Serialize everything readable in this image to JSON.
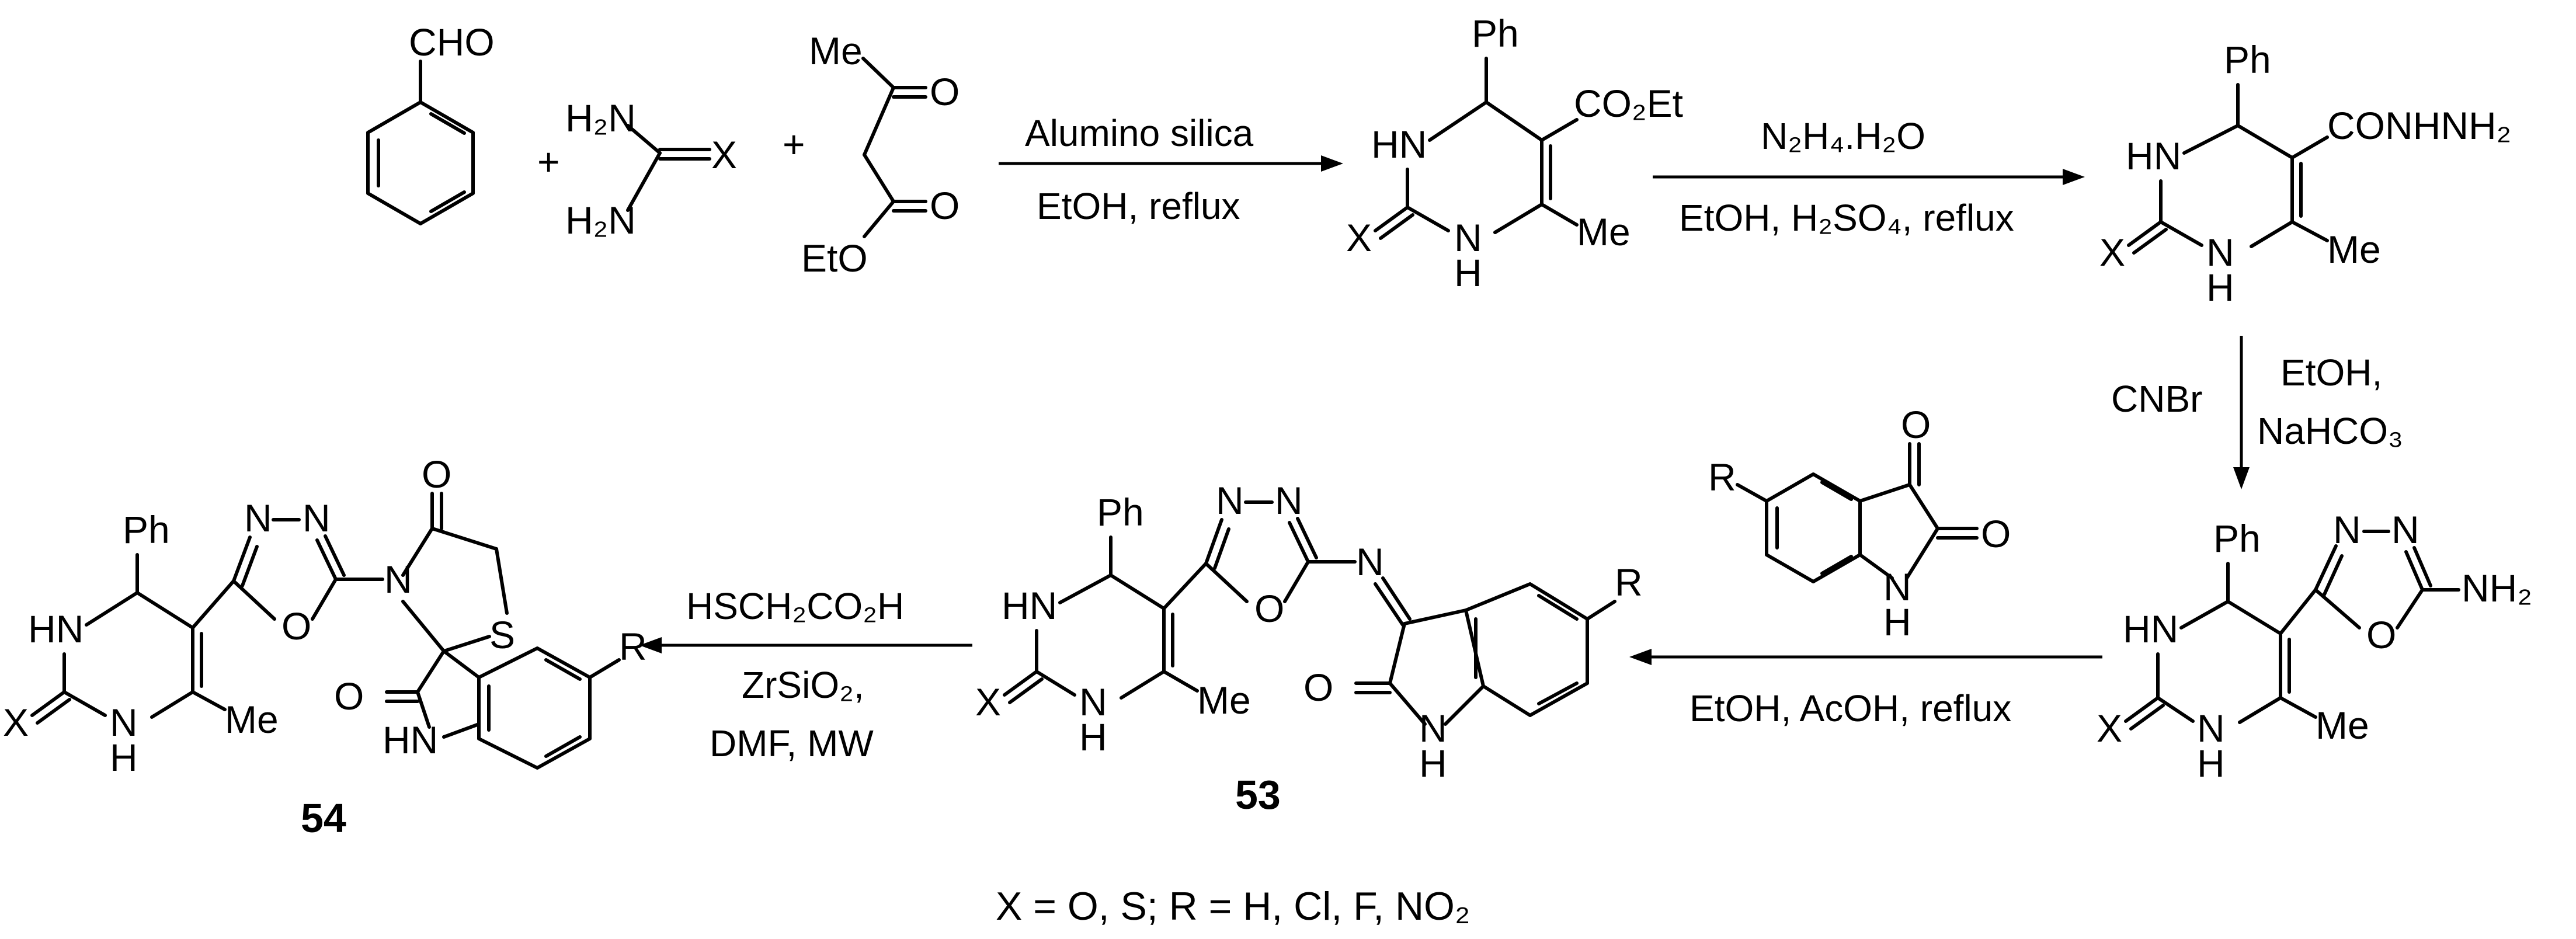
{
  "atoms": {
    "cho": "CHO",
    "plus": "+",
    "h2n": "H₂N",
    "x": "X",
    "me": "Me",
    "o": "O",
    "eto": "EtO",
    "ph": "Ph",
    "hn": "HN",
    "n": "N",
    "h": "H",
    "co2et": "CO₂Et",
    "conhnh2": "CONHNH₂",
    "nh2": "NH₂",
    "s": "S",
    "r": "R"
  },
  "conditions": {
    "step1_top": "Alumino silica",
    "step1_bottom": "EtOH, reflux",
    "step2_top": "N₂H₄.H₂O",
    "step2_bottom": "EtOH, H₂SO₄, reflux",
    "step3_left": "CNBr",
    "step3_right_1": "EtOH,",
    "step3_right_2": "NaHCO₃",
    "step4_bottom": "EtOH, AcOH, reflux",
    "step5_top": "HSCH₂CO₂H",
    "step5_mid": "ZrSiO₂,",
    "step5_bottom": "DMF,  MW"
  },
  "compounds": {
    "label_53": "53",
    "label_54": "54"
  },
  "footnote": "X = O, S; R = H, Cl, F, NO₂"
}
